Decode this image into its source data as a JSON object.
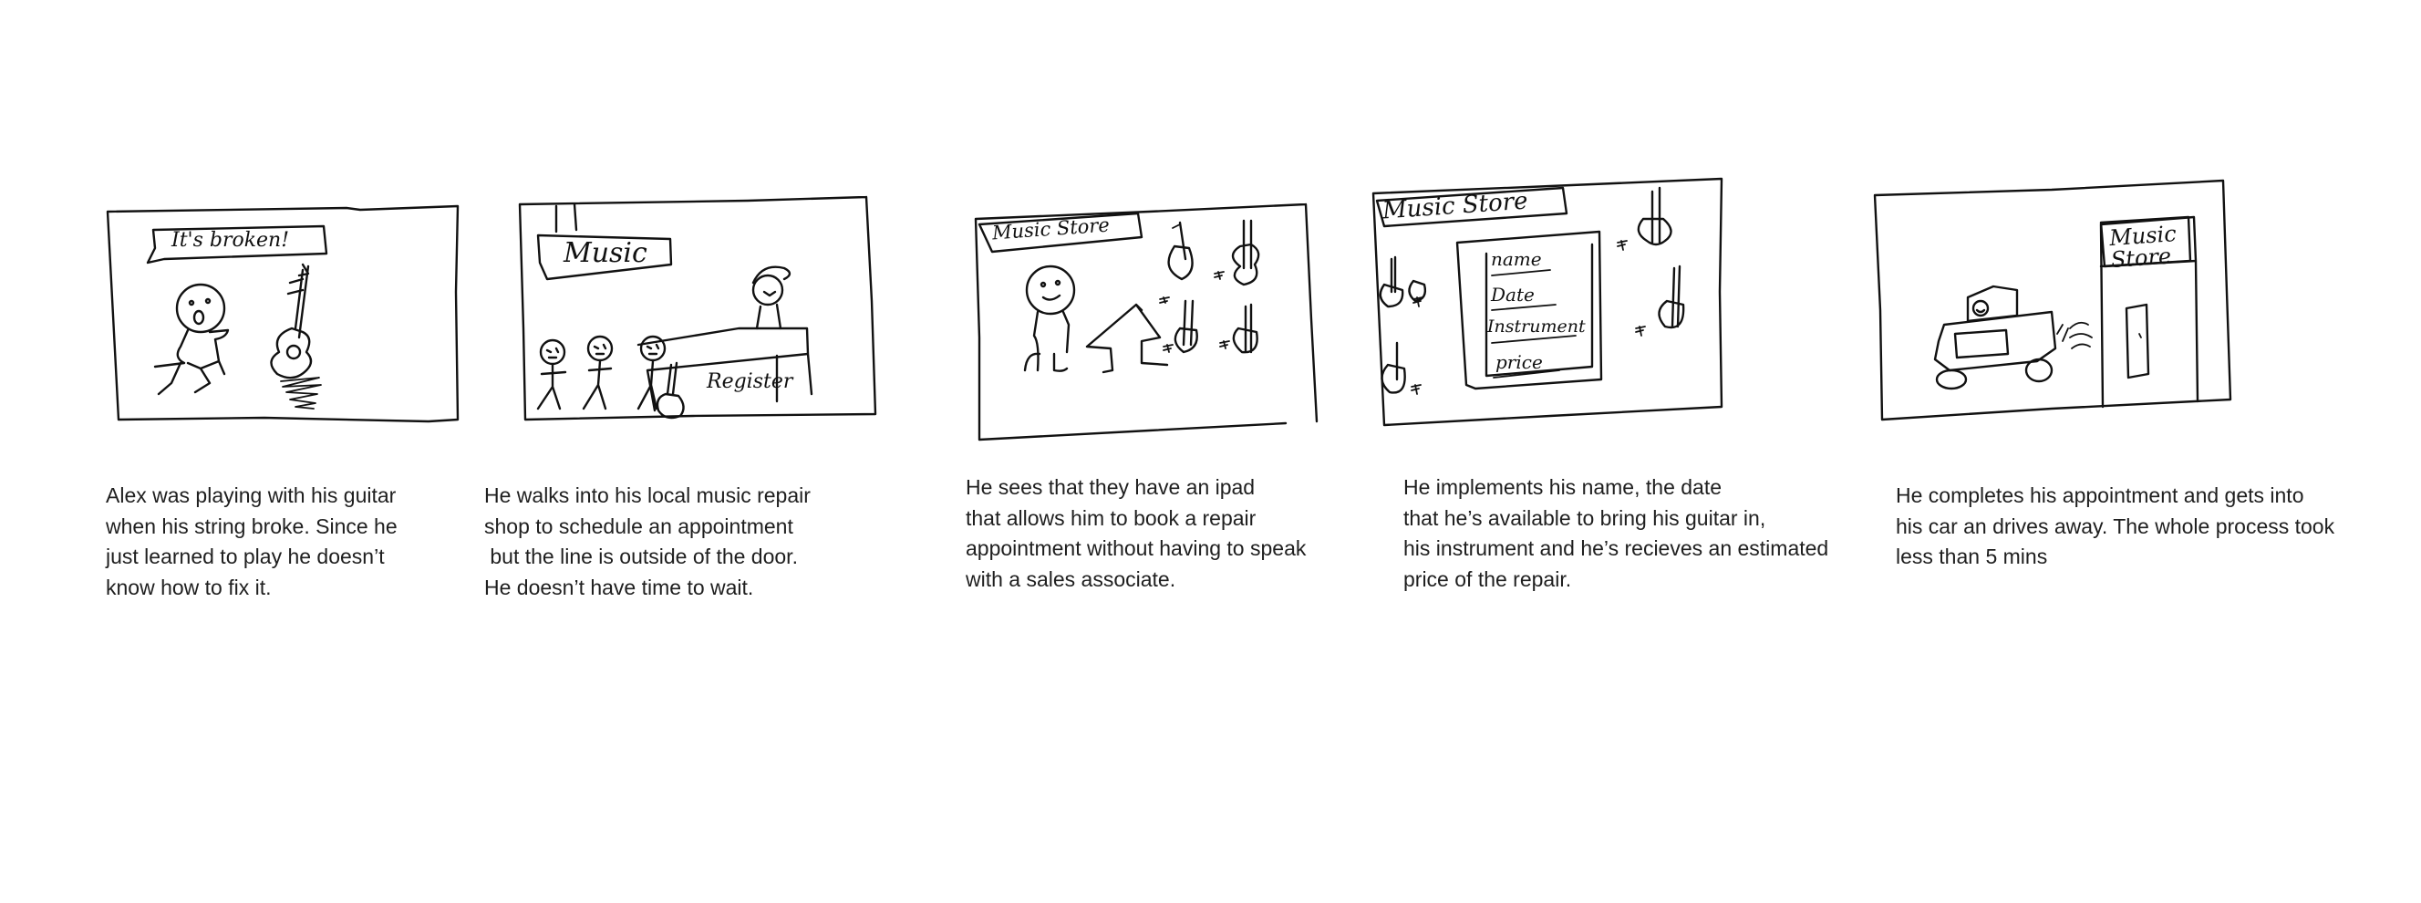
{
  "storyboard": {
    "panels": [
      {
        "id": "guitar-broke",
        "sketch_labels": [
          "It's broken!"
        ],
        "caption": "Alex was playing with his guitar\nwhen his string broke. Since he\njust learned to play he doesn’t\nknow how to fix it."
      },
      {
        "id": "line-outside",
        "sketch_labels": [
          "Music",
          "Register"
        ],
        "caption": "He walks into his local music repair\nshop to schedule an appointment\n but the line is outside of the door.\nHe doesn’t have time to wait."
      },
      {
        "id": "sees-ipad",
        "sketch_labels": [
          "Music Store"
        ],
        "caption": "He sees that they have an ipad\nthat allows him to book a repair\nappointment without having to speak\nwith a sales associate."
      },
      {
        "id": "fills-form",
        "sketch_labels": [
          "Music Store",
          "name",
          "Date",
          "Instrument",
          "price"
        ],
        "caption": "He implements his name, the date\nthat he’s available to bring his guitar in,\nhis instrument and he’s recieves an estimated\nprice of the repair."
      },
      {
        "id": "drives-away",
        "sketch_labels": [
          "Music Store"
        ],
        "caption": "He completes his appointment and gets into\nhis car an drives away. The whole process took\nless than 5 mins"
      }
    ]
  }
}
